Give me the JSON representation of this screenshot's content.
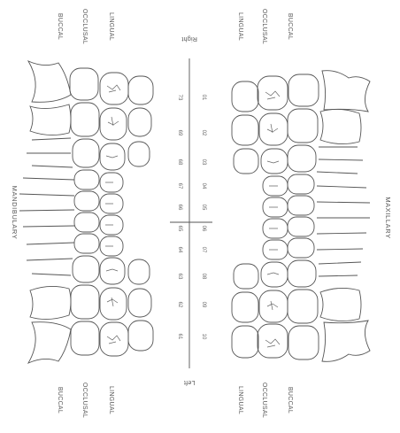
{
  "top_label": "Right",
  "bottom_label": "Left",
  "arch_left": "MANDIBULARY",
  "arch_right": "MAXILLARY",
  "zone_labels": {
    "mandibular_top": [
      "BUCCAL",
      "OCCLUSAL",
      "LINGUAL"
    ],
    "mandibular_bottom": [
      "BUCCAL",
      "OCCLUSAL",
      "LINGUAL"
    ],
    "maxillary_top": [
      "LINGUAL",
      "OCCLUSAL",
      "BUCCAL"
    ],
    "maxillary_bottom": [
      "LINGUAL",
      "OCCLUSAL",
      "BUCCAL"
    ]
  },
  "tooth_numbers": {
    "lower": [
      "73",
      "69",
      "68",
      "67",
      "66",
      "65",
      "64",
      "63",
      "62",
      "61"
    ],
    "upper": [
      "01",
      "02",
      "03",
      "04",
      "05",
      "06",
      "07",
      "08",
      "09",
      "10"
    ]
  },
  "stroke_color": "#555555"
}
